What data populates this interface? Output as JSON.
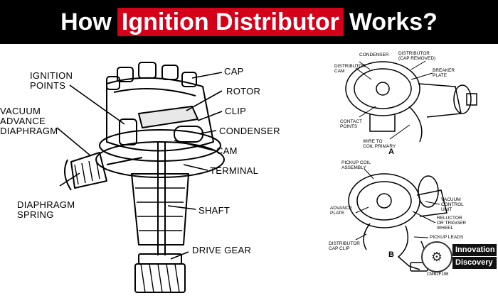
{
  "title": {
    "prefix": "How",
    "highlight": "Ignition Distributor",
    "suffix": "Works?"
  },
  "main_labels": {
    "cap": "CAP",
    "rotor": "ROTOR",
    "clip": "CLIP",
    "condenser": "CONDENSER",
    "cam": "CAM",
    "terminal": "TERMINAL",
    "shaft": "SHAFT",
    "drive_gear": "DRIVE GEAR",
    "ignition_points": "IGNITION\nPOINTS",
    "vacuum_advance": "VACUUM\nADVANCE\nDIAPHRAGM",
    "diaphragm_spring": "DIAPHRAGM\nSPRING"
  },
  "diagram_a": {
    "condenser": "CONDENSER",
    "distributor_cap_removed": "DISTRIBUTOR\n(CAP REMOVED)",
    "distributor_cam": "DISTRIBUTOR\nCAM",
    "breaker_plate": "BREAKER\nPLATE",
    "contact_points": "CONTACT\nPOINTS",
    "wire_to_coil": "WIRE TO\nCOIL PRIMARY",
    "letter": "A"
  },
  "diagram_b": {
    "pickup_coil": "PICKUP COIL\nASSEMBLY",
    "advance_plate": "ADVANCE\nPLATE",
    "vacuum_control": "VACUUM\nCONTROL\nUNIT",
    "reluctor": "RELUCTOR\nOR TRIGGER\nWHEEL",
    "pickup_leads": "PICKUP LEADS",
    "cap_clip": "DISTRIBUTOR\nCAP CLIP",
    "letter": "B"
  },
  "logo": {
    "line1": "Innovation",
    "line2": "Discovery"
  },
  "figure_code": "CMB2F198"
}
